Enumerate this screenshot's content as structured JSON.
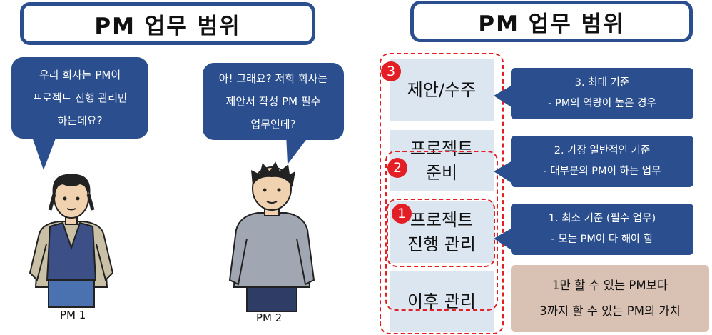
{
  "left": {
    "title": "PM 업무 범위",
    "bubble1": {
      "line1": "우리 회사는 PM이",
      "line2": "프로젝트 진행 관리만",
      "line3": "하는데요?"
    },
    "bubble2": {
      "line1": "아! 그래요? 저희 회사는",
      "line2": "제안서 작성 PM 필수",
      "line3": "업무인데?"
    },
    "person1_caption": "PM 1",
    "person2_caption": "PM 2"
  },
  "right": {
    "title": "PM 업무 범위",
    "steps": [
      {
        "line1": "제안/수주",
        "line2": ""
      },
      {
        "line1": "프로젝트",
        "line2": "준비"
      },
      {
        "line1": "프로젝트",
        "line2": "진행 관리"
      },
      {
        "line1": "이후 관리",
        "line2": ""
      }
    ],
    "markers": [
      "3",
      "2",
      "1"
    ],
    "callouts": [
      {
        "line1": "3. 최대 기준",
        "line2": "- PM의 역량이 높은 경우"
      },
      {
        "line1": "2. 가장 일반적인 기준",
        "line2": "- 대부분의 PM이 하는 업무"
      },
      {
        "line1": "1. 최소 기준 (필수 업무)",
        "line2": "- 모든 PM이 다 해야 함"
      }
    ],
    "value_box": {
      "line1": "1만 할 수 있는 PM보다",
      "line2": "3까지 할 수 있는 PM의 가치"
    }
  },
  "colors": {
    "navy": "#2b4f8e",
    "red": "#e31e24",
    "step_fill": "#dce6f1",
    "value_fill": "#d9c2b4"
  }
}
